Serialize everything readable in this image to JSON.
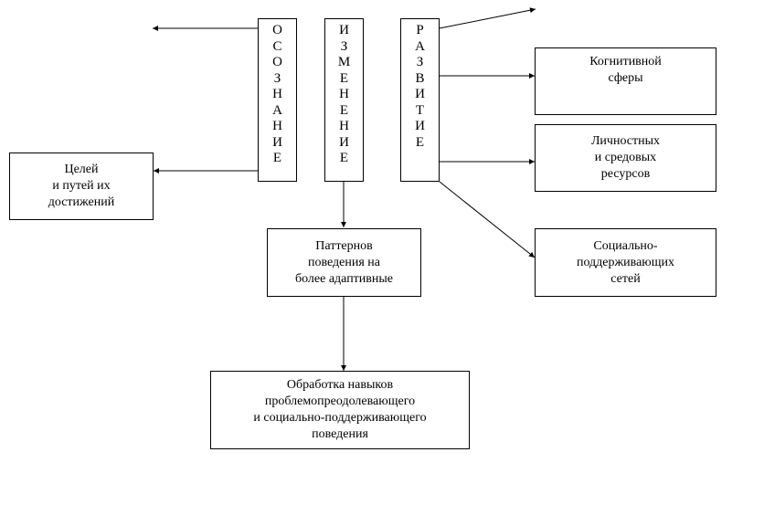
{
  "vertical_labels": {
    "awareness": "ОСОЗНАНИЕ",
    "change": "ИЗМЕНЕНИЕ",
    "development": "РАЗВИТИЕ"
  },
  "boxes": {
    "goals": "Целей\nи путей их\nдостижений",
    "cognitive": "Когнитивной\nсферы",
    "personal": "Личностных\nи средовых\nресурсов",
    "social": "Социально-\nподдерживающих\nсетей",
    "patterns": "Паттернов\nповедения на\nболее адаптивные",
    "skills": "Обработка навыков\nпроблемопреодолевающего\nи социально-поддерживающего\nповедения"
  }
}
